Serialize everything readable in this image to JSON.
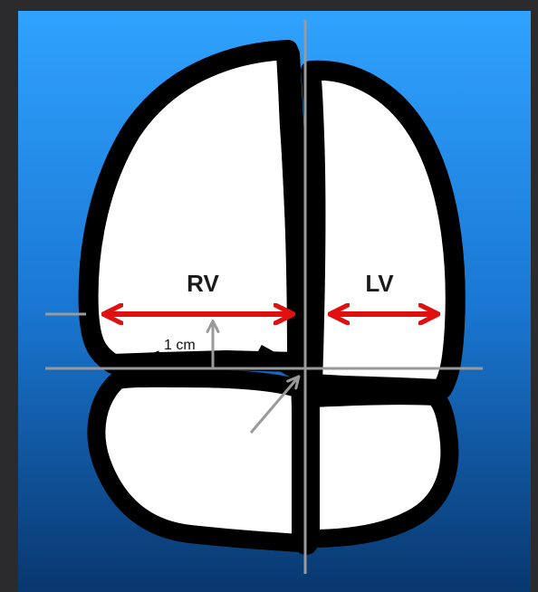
{
  "diagram": {
    "labels": {
      "right_ventricle": "RV",
      "left_ventricle": "LV",
      "scale": "1 cm"
    },
    "colors": {
      "background_top": "#2fa3ff",
      "background_bottom": "#08376e",
      "wall": "#000000",
      "chamber": "#ffffff",
      "measurement_arrow": "#e01010",
      "reference_line": "#9a9a9a"
    }
  }
}
